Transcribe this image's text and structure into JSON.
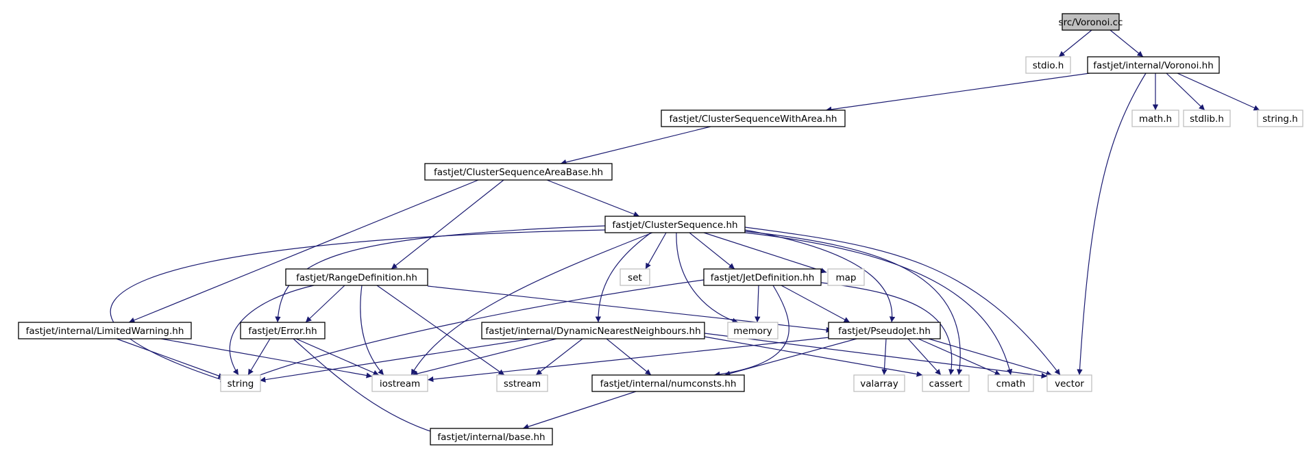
{
  "colors": {
    "edge": "#191970",
    "internal_border": "#000000",
    "external_border": "#bfbfbf",
    "root_fill": "#bfbfbf",
    "node_fill": "#ffffff",
    "text": "#000000"
  },
  "nodes": [
    {
      "id": "voronoi_cc",
      "label": "src/Voronoi.cc",
      "kind": "root"
    },
    {
      "id": "stdio_h",
      "label": "stdio.h",
      "kind": "external"
    },
    {
      "id": "voronoi_hh",
      "label": "fastjet/internal/Voronoi.hh",
      "kind": "internal"
    },
    {
      "id": "csarea",
      "label": "fastjet/ClusterSequenceWithArea.hh",
      "kind": "internal"
    },
    {
      "id": "math_h",
      "label": "math.h",
      "kind": "external"
    },
    {
      "id": "stdlib_h",
      "label": "stdlib.h",
      "kind": "external"
    },
    {
      "id": "string_h",
      "label": "string.h",
      "kind": "external"
    },
    {
      "id": "csab",
      "label": "fastjet/ClusterSequenceAreaBase.hh",
      "kind": "internal"
    },
    {
      "id": "cs",
      "label": "fastjet/ClusterSequence.hh",
      "kind": "internal"
    },
    {
      "id": "rangedef",
      "label": "fastjet/RangeDefinition.hh",
      "kind": "internal"
    },
    {
      "id": "set",
      "label": "set",
      "kind": "external"
    },
    {
      "id": "jetdef",
      "label": "fastjet/JetDefinition.hh",
      "kind": "internal"
    },
    {
      "id": "map",
      "label": "map",
      "kind": "external"
    },
    {
      "id": "limwarn",
      "label": "fastjet/internal/LimitedWarning.hh",
      "kind": "internal"
    },
    {
      "id": "error",
      "label": "fastjet/Error.hh",
      "kind": "internal"
    },
    {
      "id": "dnn",
      "label": "fastjet/internal/DynamicNearestNeighbours.hh",
      "kind": "internal"
    },
    {
      "id": "memory",
      "label": "memory",
      "kind": "external"
    },
    {
      "id": "pseudojet",
      "label": "fastjet/PseudoJet.hh",
      "kind": "internal"
    },
    {
      "id": "string",
      "label": "string",
      "kind": "external"
    },
    {
      "id": "iostream",
      "label": "iostream",
      "kind": "external"
    },
    {
      "id": "sstream",
      "label": "sstream",
      "kind": "external"
    },
    {
      "id": "numconsts",
      "label": "fastjet/internal/numconsts.hh",
      "kind": "internal"
    },
    {
      "id": "valarray",
      "label": "valarray",
      "kind": "external"
    },
    {
      "id": "cassert",
      "label": "cassert",
      "kind": "external"
    },
    {
      "id": "cmath",
      "label": "cmath",
      "kind": "external"
    },
    {
      "id": "vector",
      "label": "vector",
      "kind": "external"
    },
    {
      "id": "base",
      "label": "fastjet/internal/base.hh",
      "kind": "internal"
    }
  ],
  "edges": [
    [
      "voronoi_cc",
      "stdio_h"
    ],
    [
      "voronoi_cc",
      "voronoi_hh"
    ],
    [
      "voronoi_hh",
      "csarea"
    ],
    [
      "voronoi_hh",
      "math_h"
    ],
    [
      "voronoi_hh",
      "stdlib_h"
    ],
    [
      "voronoi_hh",
      "string_h"
    ],
    [
      "voronoi_hh",
      "vector"
    ],
    [
      "csarea",
      "csab"
    ],
    [
      "csab",
      "cs"
    ],
    [
      "csab",
      "rangedef"
    ],
    [
      "csab",
      "limwarn"
    ],
    [
      "cs",
      "error"
    ],
    [
      "cs",
      "string"
    ],
    [
      "cs",
      "iostream"
    ],
    [
      "cs",
      "dnn"
    ],
    [
      "cs",
      "set"
    ],
    [
      "cs",
      "memory"
    ],
    [
      "cs",
      "jetdef"
    ],
    [
      "cs",
      "map"
    ],
    [
      "cs",
      "pseudojet"
    ],
    [
      "cs",
      "cassert"
    ],
    [
      "cs",
      "cmath"
    ],
    [
      "cs",
      "vector"
    ],
    [
      "rangedef",
      "string"
    ],
    [
      "rangedef",
      "error"
    ],
    [
      "rangedef",
      "iostream"
    ],
    [
      "rangedef",
      "sstream"
    ],
    [
      "rangedef",
      "pseudojet"
    ],
    [
      "jetdef",
      "string"
    ],
    [
      "jetdef",
      "memory"
    ],
    [
      "jetdef",
      "pseudojet"
    ],
    [
      "jetdef",
      "numconsts"
    ],
    [
      "jetdef",
      "cassert"
    ],
    [
      "limwarn",
      "string"
    ],
    [
      "limwarn",
      "iostream"
    ],
    [
      "error",
      "string"
    ],
    [
      "error",
      "iostream"
    ],
    [
      "error",
      "base"
    ],
    [
      "dnn",
      "string"
    ],
    [
      "dnn",
      "iostream"
    ],
    [
      "dnn",
      "sstream"
    ],
    [
      "dnn",
      "numconsts"
    ],
    [
      "dnn",
      "cassert"
    ],
    [
      "dnn",
      "vector"
    ],
    [
      "pseudojet",
      "iostream"
    ],
    [
      "pseudojet",
      "valarray"
    ],
    [
      "pseudojet",
      "numconsts"
    ],
    [
      "pseudojet",
      "cassert"
    ],
    [
      "pseudojet",
      "cmath"
    ],
    [
      "pseudojet",
      "vector"
    ],
    [
      "numconsts",
      "base"
    ]
  ]
}
